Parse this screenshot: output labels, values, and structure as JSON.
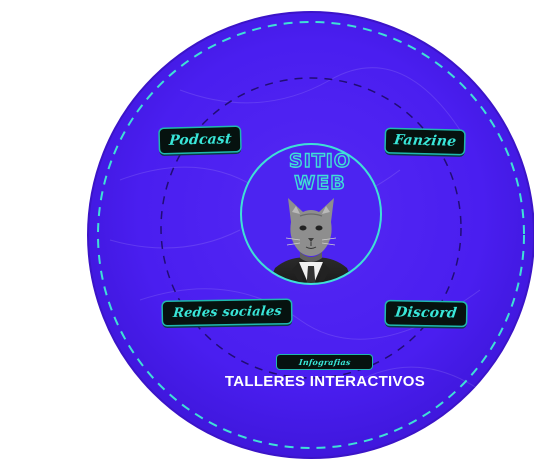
{
  "center": {
    "title_line1": "SITIO",
    "title_line2": "WEB",
    "image": "cat-in-suit-icon"
  },
  "nodes": [
    {
      "label": "Podcast"
    },
    {
      "label": "Fanzine"
    },
    {
      "label": "Redes sociales"
    },
    {
      "label": "Discord"
    }
  ],
  "infografias": {
    "label": "Infografias"
  },
  "footer": {
    "label": "TALLERES INTERACTIVOS"
  },
  "colors": {
    "disc": "#4a1ef0",
    "accent": "#3fe0d6",
    "pill_bg": "#06120f",
    "footer_text": "#ffffff"
  }
}
